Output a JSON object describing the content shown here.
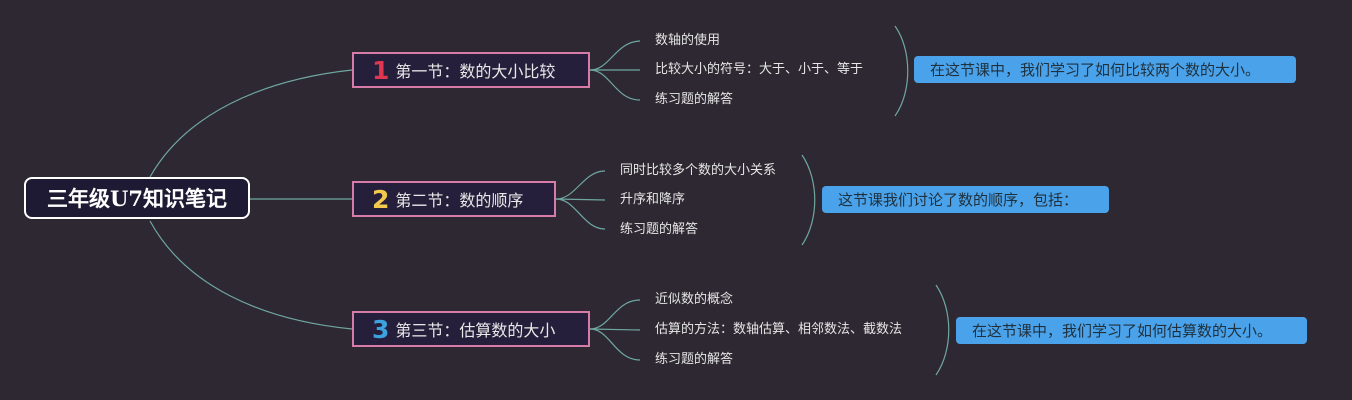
{
  "root": {
    "title": "三年级U7知识笔记"
  },
  "colors": {
    "background": "#2d2831",
    "line": "#6fa7a0",
    "section_border": "#d77ba8",
    "summary_bg": "#4aa3ea",
    "num1": "#e0364f",
    "num2": "#f2c94c",
    "num3": "#3da3e0"
  },
  "sections": [
    {
      "num": "1",
      "title": "第一节：数的大小比较",
      "items": [
        "数轴的使用",
        "比较大小的符号：大于、小于、等于",
        "练习题的解答"
      ],
      "summary": "在这节课中，我们学习了如何比较两个数的大小。"
    },
    {
      "num": "2",
      "title": "第二节：数的顺序",
      "items": [
        "同时比较多个数的大小关系",
        "升序和降序",
        "练习题的解答"
      ],
      "summary": "这节课我们讨论了数的顺序，包括："
    },
    {
      "num": "3",
      "title": "第三节：估算数的大小",
      "items": [
        "近似数的概念",
        "估算的方法：数轴估算、相邻数法、截数法",
        "练习题的解答"
      ],
      "summary": "在这节课中，我们学习了如何估算数的大小。"
    }
  ]
}
